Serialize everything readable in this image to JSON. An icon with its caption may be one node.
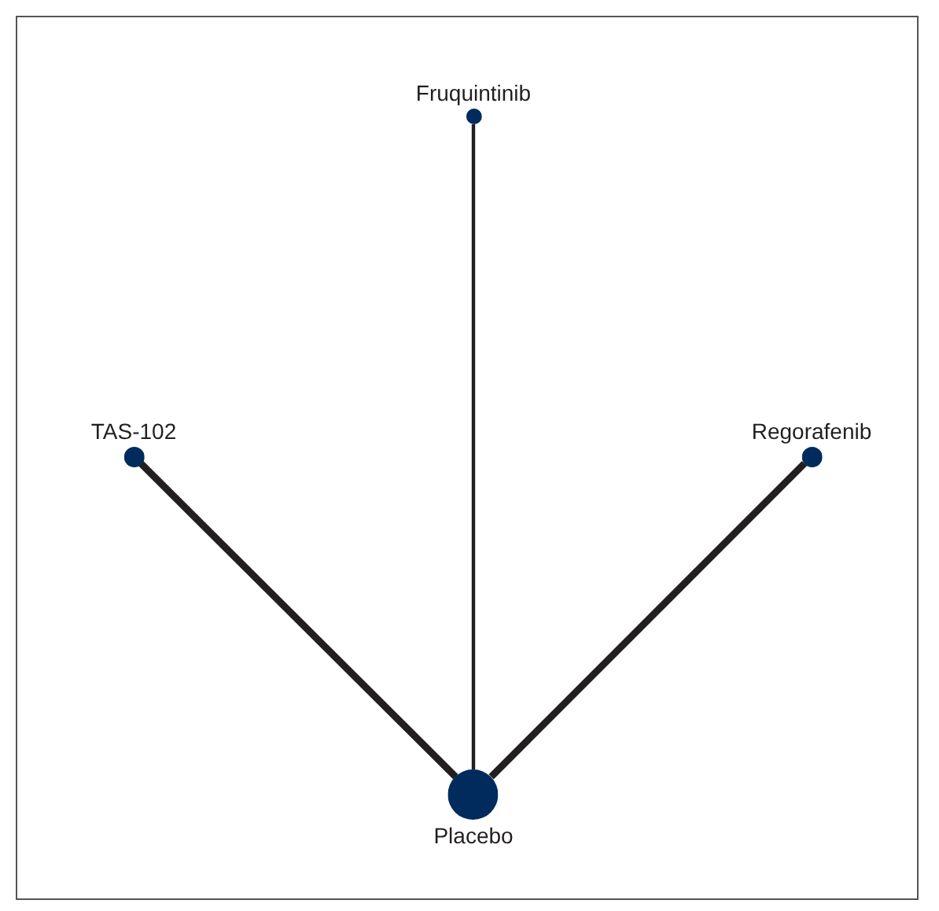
{
  "diagram": {
    "nodes": [
      {
        "text": [
          "Fruquintinib"
        ]
      },
      {
        "text": [
          "TAS-102"
        ]
      },
      {
        "text": [
          "Regorafenib"
        ]
      },
      {
        "text": [
          "Placebo"
        ]
      }
    ],
    "edges": [
      {
        "from": 3,
        "to": 0,
        "arrow": "none"
      },
      {
        "from": 3,
        "to": 1,
        "arrow": "none"
      },
      {
        "from": 3,
        "to": 2,
        "arrow": "none"
      }
    ]
  }
}
